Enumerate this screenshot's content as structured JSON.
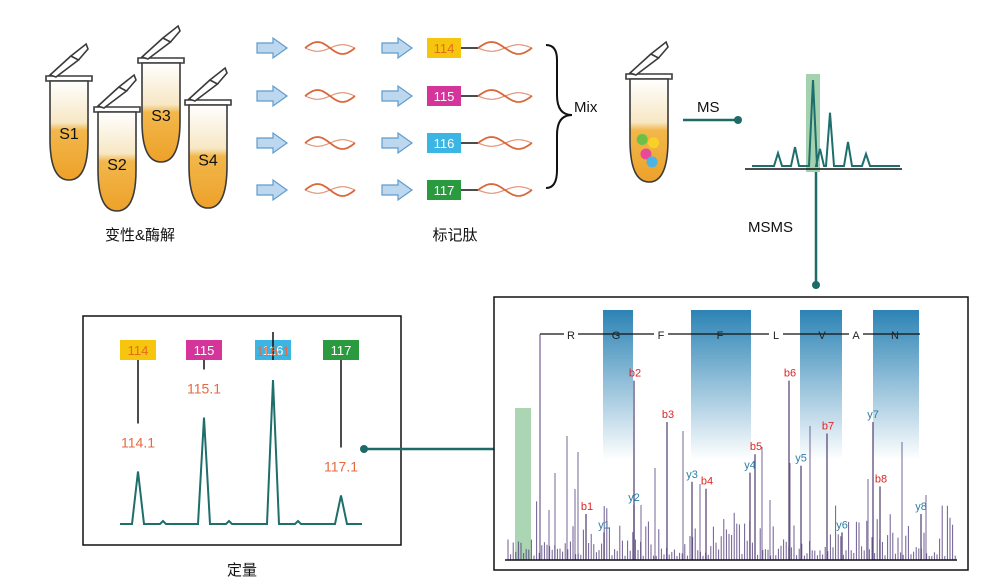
{
  "colors": {
    "tube_fill": "#f2b23a",
    "tube_outline": "#3a3a3a",
    "arrow_fill": "#bcd7ee",
    "arrow_stroke": "#5f9ccd",
    "peptide": "#d9683a",
    "teal": "#1d6b66",
    "peak_line": "#1e6e6c",
    "highlight_green": "#8fc79a",
    "bar_blue": "#2c83b5",
    "spectrum_purple": "#55417e",
    "b_label": "#e02323",
    "y_label": "#2a7fa7",
    "value_label": "#e56a3e"
  },
  "tubes": {
    "labels": [
      "S1",
      "S2",
      "S3",
      "S4"
    ],
    "caption": "变性&酶解"
  },
  "tags": [
    {
      "label": "114",
      "color": "#f6c50e"
    },
    {
      "label": "115",
      "color": "#d5359b"
    },
    {
      "label": "116",
      "color": "#3bb6e4"
    },
    {
      "label": "117",
      "color": "#2a9a3e"
    }
  ],
  "labeled_peptide_caption": "标记肽",
  "mix_label": "Mix",
  "ms_label": "MS",
  "msms_label": "MSMS",
  "mix_tube_balls": [
    "#6cc04a",
    "#f7d02a",
    "#e84a9a",
    "#4ab5e4"
  ],
  "ms_peaks": [
    0.15,
    0.22,
    1.0,
    0.2,
    0.62,
    0.28,
    0.14
  ],
  "quant": {
    "caption": "定量",
    "peaks": [
      {
        "tag": "114",
        "value": "114.1",
        "height": 0.35
      },
      {
        "tag": "115",
        "value": "115.1",
        "height": 0.71
      },
      {
        "tag": "116",
        "value": "116.1",
        "height": 0.96
      },
      {
        "tag": "117",
        "value": "117.1",
        "height": 0.19
      }
    ]
  },
  "msms": {
    "sequence": [
      "R",
      "G",
      "F",
      "F",
      "L",
      "V",
      "A",
      "N"
    ],
    "b_ions": [
      {
        "label": "b1",
        "height": 0.2
      },
      {
        "label": "b2",
        "height": 0.78
      },
      {
        "label": "b3",
        "height": 0.6
      },
      {
        "label": "b4",
        "height": 0.31
      },
      {
        "label": "b5",
        "height": 0.46
      },
      {
        "label": "b6",
        "height": 0.78
      },
      {
        "label": "b7",
        "height": 0.55
      },
      {
        "label": "b8",
        "height": 0.32
      }
    ],
    "y_ions": [
      {
        "label": "y1",
        "height": 0.12
      },
      {
        "label": "y2",
        "height": 0.24
      },
      {
        "label": "y3",
        "height": 0.34
      },
      {
        "label": "y4",
        "height": 0.38
      },
      {
        "label": "y5",
        "height": 0.41
      },
      {
        "label": "y6",
        "height": 0.12
      },
      {
        "label": "y7",
        "height": 0.6
      },
      {
        "label": "y8",
        "height": 0.2
      }
    ]
  }
}
